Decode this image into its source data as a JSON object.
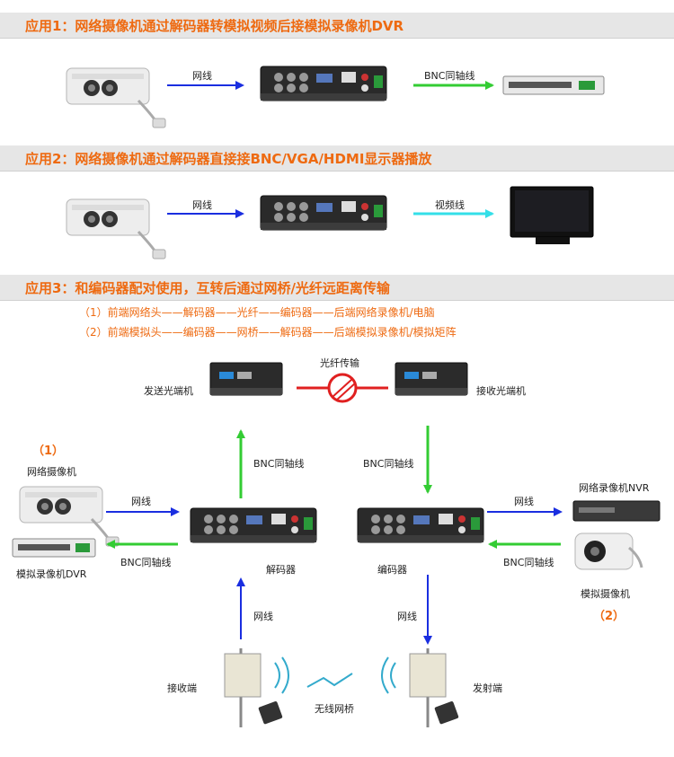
{
  "sections": {
    "app1_title": "应用1：网络摄像机通过解码器转模拟视频后接模拟录像机DVR",
    "app2_title": "应用2：网络摄像机通过解码器直接接BNC/VGA/HDMI显示器播放",
    "app3_title": "应用3：和编码器配对使用，互转后通过网桥/光纤远距离传输"
  },
  "app1": {
    "link1": "网线",
    "link2": "BNC同轴线"
  },
  "app2": {
    "link1": "网线",
    "link2": "视频线"
  },
  "app3": {
    "desc1": "（1）前端网络头——解码器——光纤——编码器——后端网络录像机/电脑",
    "desc2": "（2）前端模拟头——编码器——网桥——解码器——后端模拟录像机/模拟矩阵",
    "fiber_label": "光纤传输",
    "tx_optical": "发送光端机",
    "rx_optical": "接收光端机",
    "bnc_up": "BNC同轴线",
    "bnc_down": "BNC同轴线",
    "left_num": "（1）",
    "ip_camera": "网络摄像机",
    "left_net": "网线",
    "left_bnc": "BNC同轴线",
    "dvr": "模拟录像机DVR",
    "decoder": "解码器",
    "encoder": "编码器",
    "right_net": "网线",
    "right_bnc": "BNC同轴线",
    "nvr": "网络录像机NVR",
    "analog_cam": "模拟摄像机",
    "right_num": "（2）",
    "net_up": "网线",
    "net_down": "网线",
    "receiver": "接收端",
    "transmitter": "发射端",
    "wireless": "无线网桥"
  },
  "colors": {
    "accent": "#ee6a11",
    "blue": "#1a2ee0",
    "green": "#33cc33",
    "cyan": "#33dfe8",
    "red": "#e02020"
  }
}
